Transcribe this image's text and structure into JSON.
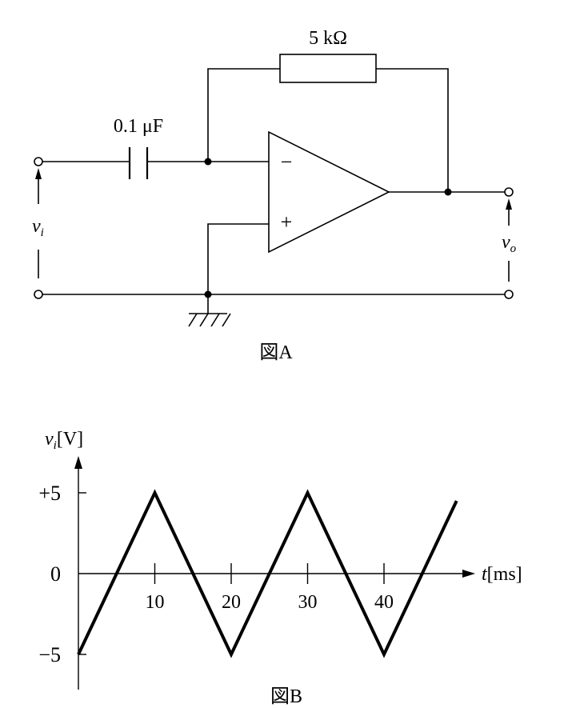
{
  "figure_a": {
    "caption": "図A",
    "resistor_label": "5 kΩ",
    "capacitor_label": "0.1 μF",
    "opamp_minus": "−",
    "opamp_plus": "+",
    "input_label_main": "v",
    "input_label_sub": "i",
    "output_label_main": "v",
    "output_label_sub": "o"
  },
  "figure_b": {
    "caption": "図B",
    "y_axis_label_main": "v",
    "y_axis_label_sub": "i",
    "y_axis_label_unit": "[V]",
    "x_axis_label_main": "t",
    "x_axis_label_unit": "[ms]",
    "y_ticks": [
      "+5",
      "0",
      "−5"
    ],
    "x_ticks": [
      "10",
      "20",
      "30",
      "40"
    ]
  },
  "chart_data": {
    "type": "line",
    "x": [
      0,
      10,
      20,
      30,
      40,
      50
    ],
    "y": [
      -5,
      5,
      -5,
      5,
      -5,
      5
    ],
    "x_tick_values": [
      10,
      20,
      30,
      40
    ],
    "y_tick_values": [
      5,
      0,
      -5
    ],
    "xlabel": "t[ms]",
    "ylabel": "vi[V]",
    "grid": false
  }
}
